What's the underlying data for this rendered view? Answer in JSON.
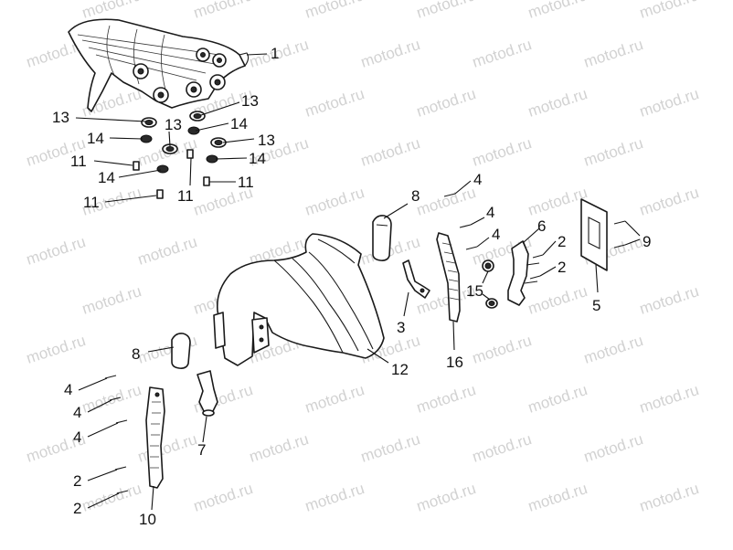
{
  "watermark": {
    "text": "motod.ru"
  },
  "colors": {
    "ink": "#1a1a1a",
    "watermark": "#d2d2d2",
    "background": "#ffffff"
  },
  "callouts": {
    "c1": "1",
    "c2a": "2",
    "c2b": "2",
    "c2c": "2",
    "c2d": "2",
    "c3": "3",
    "c4a": "4",
    "c4b": "4",
    "c4c": "4",
    "c4d": "4",
    "c4e": "4",
    "c4f": "4",
    "c5": "5",
    "c6": "6",
    "c7": "7",
    "c8a": "8",
    "c8b": "8",
    "c9": "9",
    "c10": "10",
    "c11a": "11",
    "c11b": "11",
    "c11c": "11",
    "c11d": "11",
    "c12": "12",
    "c13a": "13",
    "c13b": "13",
    "c13c": "13",
    "c13d": "13",
    "c14a": "14",
    "c14b": "14",
    "c14c": "14",
    "c14d": "14",
    "c15": "15",
    "c16": "16"
  }
}
